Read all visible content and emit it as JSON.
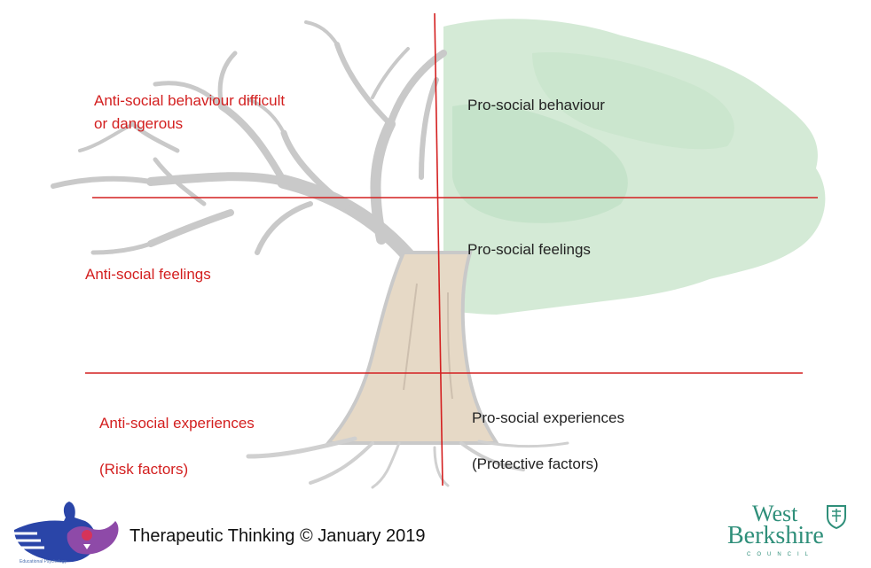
{
  "quadrants": {
    "top_left": "Anti-social behaviour difficult\nor dangerous",
    "top_right": "Pro-social behaviour",
    "middle_left": "Anti-social feelings",
    "middle_right": "Pro-social feelings",
    "bottom_left": "Anti-social experiences\n\n(Risk factors)",
    "bottom_right": "Pro-social experiences\n\n(Protective factors)"
  },
  "footer": {
    "text": "Therapeutic Thinking  © January 2019"
  },
  "logos": {
    "left_caption": "Educational Psychology",
    "right_line1": "West",
    "right_line2": "Berkshire",
    "right_line3": "COUNCIL"
  },
  "colors": {
    "divider": "#d42020",
    "negative_text": "#d31f1f",
    "positive_text": "#222222",
    "canopy": "#cfe8d2",
    "trunk": "#e6d9c6",
    "branches": "#c9c9c9"
  }
}
